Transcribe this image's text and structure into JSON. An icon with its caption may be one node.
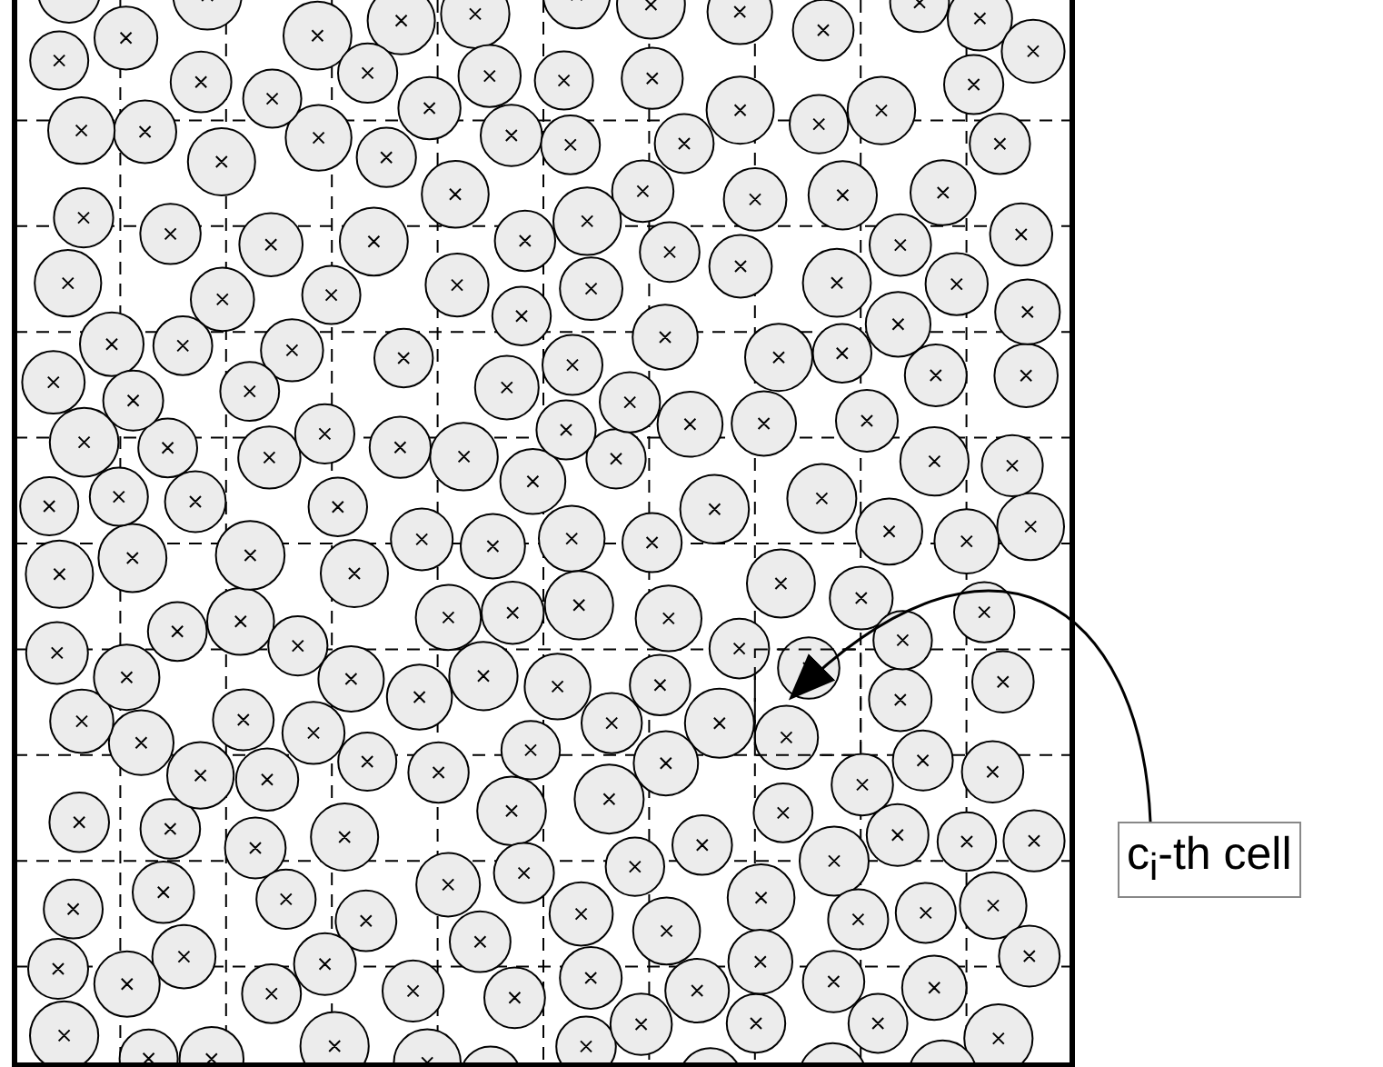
{
  "diagram": {
    "nodes": [
      {
        "text": [
          "c$_{i}$-th cell"
        ]
      },
      {
        "text": [],
        "shape": "box"
      }
    ],
    "edges": [
      {
        "from": 0,
        "to": 1,
        "arrow": "to"
      }
    ]
  }
}
